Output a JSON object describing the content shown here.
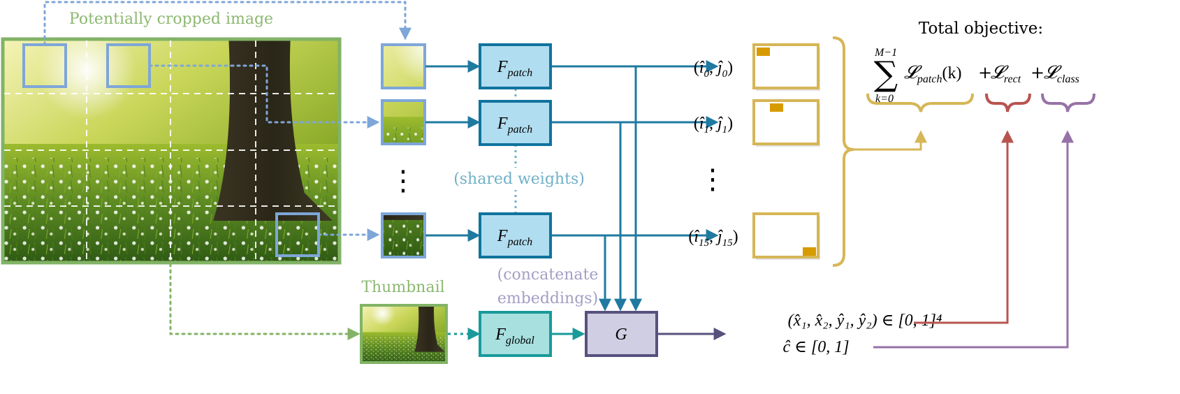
{
  "labels": {
    "cropped_image": "Potentially cropped image",
    "thumbnail": "Thumbnail",
    "shared_weights": "(shared weights)",
    "concatenate_line1": "(concatenate",
    "concatenate_line2": "embeddings)",
    "total_objective": "Total objective:",
    "vertical_dots": "⋮"
  },
  "networks": {
    "patch_main": "F",
    "patch_sub": "patch",
    "global_main": "F",
    "global_sub": "global",
    "head": "G"
  },
  "outputs": [
    {
      "i_sub": "0",
      "j_sub": "0"
    },
    {
      "i_sub": "1",
      "j_sub": "1"
    },
    {
      "i_sub": "15",
      "j_sub": "15"
    }
  ],
  "bbox_output": "(x̂₁, x̂₂, ŷ₁, ŷ₂) ∈ [0, 1]⁴",
  "class_output": "ĉ ∈ [0, 1]",
  "objective": {
    "sum_upper": "M−1",
    "sum_lower": "k=0",
    "patch_term": "𝓛",
    "patch_sub": "patch",
    "patch_arg": "(k)",
    "plus": "+",
    "rect_term": "𝓛",
    "rect_sub": "rect",
    "class_term": "𝓛",
    "class_sub": "class"
  },
  "colors": {
    "green": "#82b366",
    "green_text": "#8cb870",
    "blue_frame": "#7ea6d8",
    "teal_arrow": "#1f7aa0",
    "patch_fill": "#b1ddf0",
    "patch_stroke": "#10739e",
    "global_fill": "#a8e0e0",
    "global_stroke": "#1a9a9a",
    "g_fill": "#d0cee2",
    "g_stroke": "#56517e",
    "gold": "#d6b656",
    "orange": "#d79b00",
    "red": "#b85450",
    "purple": "#9673a6",
    "lavender_text": "#a39fc4",
    "lightblue_text": "#6fb0c8"
  }
}
